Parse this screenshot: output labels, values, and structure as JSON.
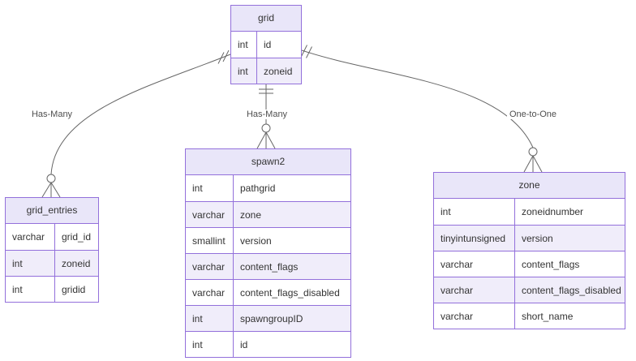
{
  "diagram": {
    "type": "entity-relationship",
    "background": "#ffffff"
  },
  "theme": {
    "entity_border": "#9370DB",
    "header_fill": "#E9E6F9",
    "row_fill": "#ffffff",
    "row_alt_fill": "#F0EDFA",
    "text_color": "#333333",
    "relation_line_color": "#666666",
    "relation_label_color": "#4f4f4f"
  },
  "entities": {
    "grid": {
      "title": "grid",
      "columns": [
        {
          "type": "int",
          "name": "id"
        },
        {
          "type": "int",
          "name": "zoneid"
        }
      ]
    },
    "grid_entries": {
      "title": "grid_entries",
      "columns": [
        {
          "type": "varchar",
          "name": "grid_id"
        },
        {
          "type": "int",
          "name": "zoneid"
        },
        {
          "type": "int",
          "name": "gridid"
        }
      ]
    },
    "spawn2": {
      "title": "spawn2",
      "columns": [
        {
          "type": "int",
          "name": "pathgrid"
        },
        {
          "type": "varchar",
          "name": "zone"
        },
        {
          "type": "smallint",
          "name": "version"
        },
        {
          "type": "varchar",
          "name": "content_flags"
        },
        {
          "type": "varchar",
          "name": "content_flags_disabled"
        },
        {
          "type": "int",
          "name": "spawngroupID"
        },
        {
          "type": "int",
          "name": "id"
        }
      ]
    },
    "zone": {
      "title": "zone",
      "columns": [
        {
          "type": "int",
          "name": "zoneidnumber"
        },
        {
          "type": "tinyintunsigned",
          "name": "version"
        },
        {
          "type": "varchar",
          "name": "content_flags"
        },
        {
          "type": "varchar",
          "name": "content_flags_disabled"
        },
        {
          "type": "varchar",
          "name": "short_name"
        }
      ]
    }
  },
  "relationships": [
    {
      "from": "grid",
      "to": "grid_entries",
      "label": "Has-Many",
      "cardinality_from": "one-and-only-one",
      "cardinality_to": "zero-or-many"
    },
    {
      "from": "grid",
      "to": "spawn2",
      "label": "Has-Many",
      "cardinality_from": "one-and-only-one",
      "cardinality_to": "zero-or-many"
    },
    {
      "from": "grid",
      "to": "zone",
      "label": "One-to-One",
      "cardinality_from": "one-and-only-one",
      "cardinality_to": "zero-or-many"
    }
  ]
}
